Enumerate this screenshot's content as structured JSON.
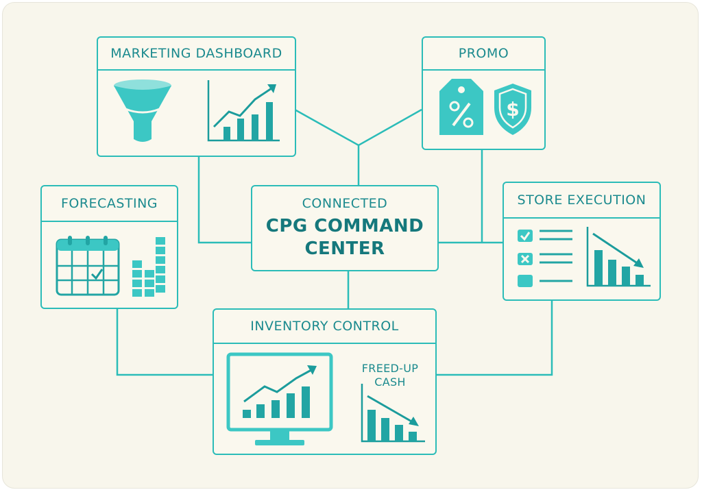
{
  "center": {
    "line1": "CONNECTED",
    "line2": "CPG COMMAND",
    "line3": "CENTER"
  },
  "modules": {
    "marketing": {
      "title": "MARKETING DASHBOARD",
      "icons": [
        "funnel-icon",
        "growth-bar-chart-icon"
      ]
    },
    "promo": {
      "title": "PROMO",
      "icons": [
        "percent-tag-icon",
        "dollar-shield-icon"
      ]
    },
    "forecasting": {
      "title": "FORECASTING",
      "icons": [
        "calendar-check-icon",
        "stacked-blocks-icon"
      ]
    },
    "store_execution": {
      "title": "STORE EXECUTION",
      "icons": [
        "checklist-icon",
        "declining-bar-chart-icon"
      ]
    },
    "inventory": {
      "title": "INVENTORY CONTROL",
      "cash_label_line1": "FREED-UP",
      "cash_label_line2": "CASH",
      "icons": [
        "monitor-chart-icon",
        "declining-bar-chart-icon"
      ]
    }
  },
  "colors": {
    "accent": "#2bbcb8",
    "fill": "#3cc7c4",
    "text": "#1b8a8e",
    "background": "#f8f6ec"
  }
}
